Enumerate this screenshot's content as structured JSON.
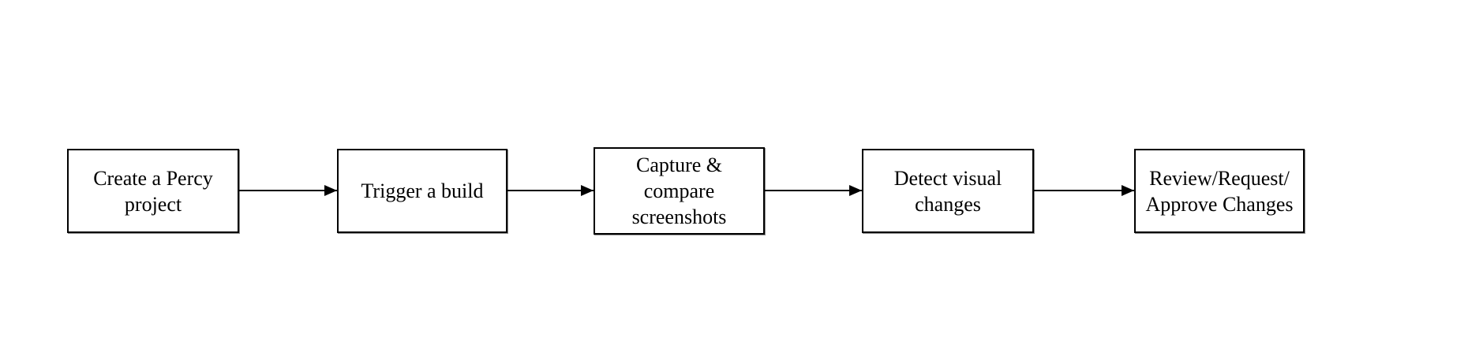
{
  "diagram": {
    "type": "flowchart",
    "direction": "left-to-right",
    "nodes": [
      {
        "id": "create-percy-project",
        "label": "Create a Percy project",
        "lines": [
          "Create a Percy",
          "project"
        ]
      },
      {
        "id": "trigger-build",
        "label": "Trigger a build",
        "lines": [
          "Trigger a build"
        ]
      },
      {
        "id": "capture-compare-screenshots",
        "label": "Capture & compare screenshots",
        "lines": [
          "Capture &",
          "compare",
          "screenshots"
        ]
      },
      {
        "id": "detect-visual-changes",
        "label": "Detect visual changes",
        "lines": [
          "Detect visual",
          "changes"
        ]
      },
      {
        "id": "review-request-approve",
        "label": "Review/Request/Approve Changes",
        "lines": [
          "Review/Request/",
          "Approve Changes"
        ]
      }
    ],
    "connections": [
      {
        "from": "create-percy-project",
        "to": "trigger-build"
      },
      {
        "from": "trigger-build",
        "to": "capture-compare-screenshots"
      },
      {
        "from": "capture-compare-screenshots",
        "to": "detect-visual-changes"
      },
      {
        "from": "detect-visual-changes",
        "to": "review-request-approve"
      }
    ],
    "colors": {
      "background": "#ffffff",
      "node_fill": "#ffffff",
      "node_border": "#000000",
      "text": "#000000",
      "arrow": "#000000"
    }
  }
}
